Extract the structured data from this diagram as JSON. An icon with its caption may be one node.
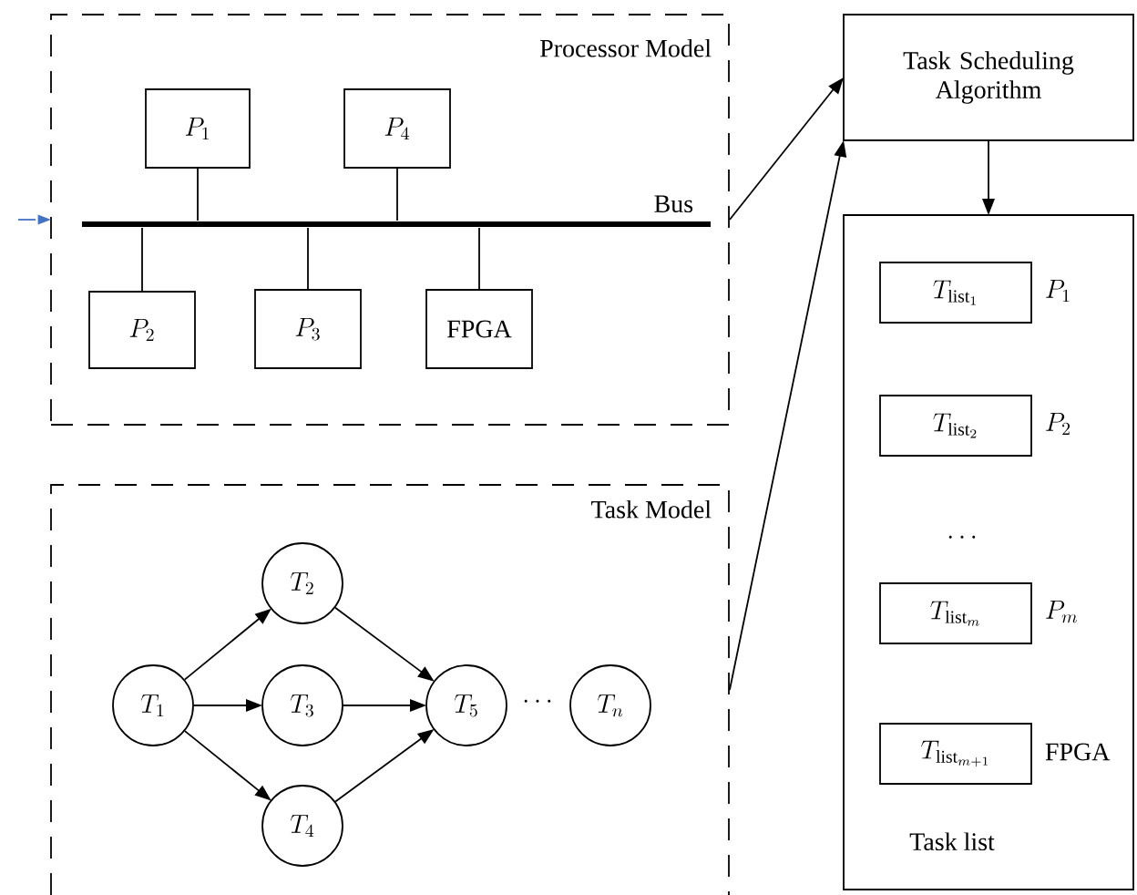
{
  "diagram": {
    "nodes": [
      {
        "text": [
          "Processor Model"
        ]
      },
      {
        "text": [
          "P_{1}"
        ],
        "in": 0
      },
      {
        "text": [
          "P_{4}"
        ],
        "in": 0
      },
      {
        "text": [
          "P_{2}"
        ],
        "in": 0
      },
      {
        "text": [
          "P_{3}"
        ],
        "in": 0
      },
      {
        "text": [
          "FPGA"
        ],
        "in": 0
      },
      {
        "text": [
          "Bus"
        ],
        "in": 0
      },
      {
        "text": [
          "Task Model"
        ]
      },
      {
        "text": [
          "T_{1}"
        ],
        "in": 7
      },
      {
        "text": [
          "T_{2}"
        ],
        "in": 7
      },
      {
        "text": [
          "T_{3}"
        ],
        "in": 7
      },
      {
        "text": [
          "T_{4}"
        ],
        "in": 7
      },
      {
        "text": [
          "T_{5}"
        ],
        "in": 7
      },
      {
        "text": [
          "T_{n}"
        ],
        "in": 7
      },
      {
        "text": [
          "Task Scheduling Algorithm"
        ]
      },
      {
        "text": [
          "Task list"
        ]
      },
      {
        "text": [
          "T_{\\mathrm{list}_{1}}"
        ],
        "in": 15,
        "beside": [
          "P_{1}"
        ]
      },
      {
        "text": [
          "T_{\\mathrm{list}_{2}}"
        ],
        "in": 15,
        "beside": [
          "P_{2}"
        ]
      },
      {
        "text": [
          "T_{\\mathrm{list}_{m}}"
        ],
        "in": 15,
        "beside": [
          "P_{m}"
        ]
      },
      {
        "text": [
          "T_{\\mathrm{list}_{m+1}}"
        ],
        "in": 15,
        "beside": [
          "FPGA"
        ]
      }
    ],
    "edges": [
      {
        "from": 1,
        "to": 6,
        "arrow": "none"
      },
      {
        "from": 2,
        "to": 6,
        "arrow": "none"
      },
      {
        "from": 3,
        "to": 6,
        "arrow": "none"
      },
      {
        "from": 4,
        "to": 6,
        "arrow": "none"
      },
      {
        "from": 5,
        "to": 6,
        "arrow": "none"
      },
      {
        "from": null,
        "to": 0,
        "arrow": "to",
        "color": "#4472c4"
      },
      {
        "from": 0,
        "to": 14,
        "arrow": "to"
      },
      {
        "from": 8,
        "to": 9,
        "arrow": "to"
      },
      {
        "from": 8,
        "to": 10,
        "arrow": "to"
      },
      {
        "from": 8,
        "to": 11,
        "arrow": "to"
      },
      {
        "from": 9,
        "to": 12,
        "arrow": "to"
      },
      {
        "from": 10,
        "to": 12,
        "arrow": "to"
      },
      {
        "from": 11,
        "to": 12,
        "arrow": "to"
      },
      {
        "from": 7,
        "to": 14,
        "arrow": "to"
      },
      {
        "from": 14,
        "to": 15,
        "arrow": "to"
      }
    ],
    "labels": [
      "\\cdots",
      "\\cdots"
    ]
  }
}
